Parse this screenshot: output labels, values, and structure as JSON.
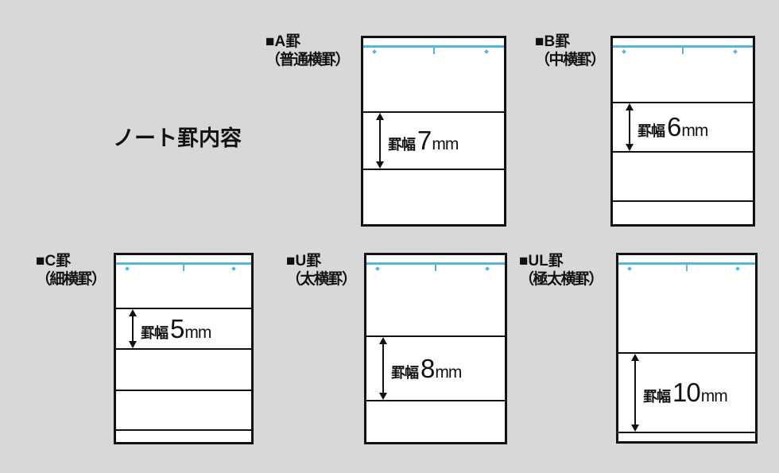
{
  "title": "ノート罫内容",
  "colors": {
    "background": "#d8d8d8",
    "card": "#ffffff",
    "line": "#111111",
    "margin_line_cyan": "#56b5da"
  },
  "panels": [
    {
      "id": "A",
      "name": "■A罫",
      "subtitle": "（普通横罫）",
      "rule_label": "罫幅",
      "rule_value": "7",
      "rule_unit": "mm",
      "rule_width_mm": 7
    },
    {
      "id": "B",
      "name": "■B罫",
      "subtitle": "（中横罫）",
      "rule_label": "罫幅",
      "rule_value": "6",
      "rule_unit": "mm",
      "rule_width_mm": 6
    },
    {
      "id": "C",
      "name": "■C罫",
      "subtitle": "（細横罫）",
      "rule_label": "罫幅",
      "rule_value": "5",
      "rule_unit": "mm",
      "rule_width_mm": 5
    },
    {
      "id": "U",
      "name": "■U罫",
      "subtitle": "（太横罫）",
      "rule_label": "罫幅",
      "rule_value": "8",
      "rule_unit": "mm",
      "rule_width_mm": 8
    },
    {
      "id": "UL",
      "name": "■UL罫",
      "subtitle": "（極太横罫）",
      "rule_label": "罫幅",
      "rule_value": "10",
      "rule_unit": "mm",
      "rule_width_mm": 10
    }
  ]
}
